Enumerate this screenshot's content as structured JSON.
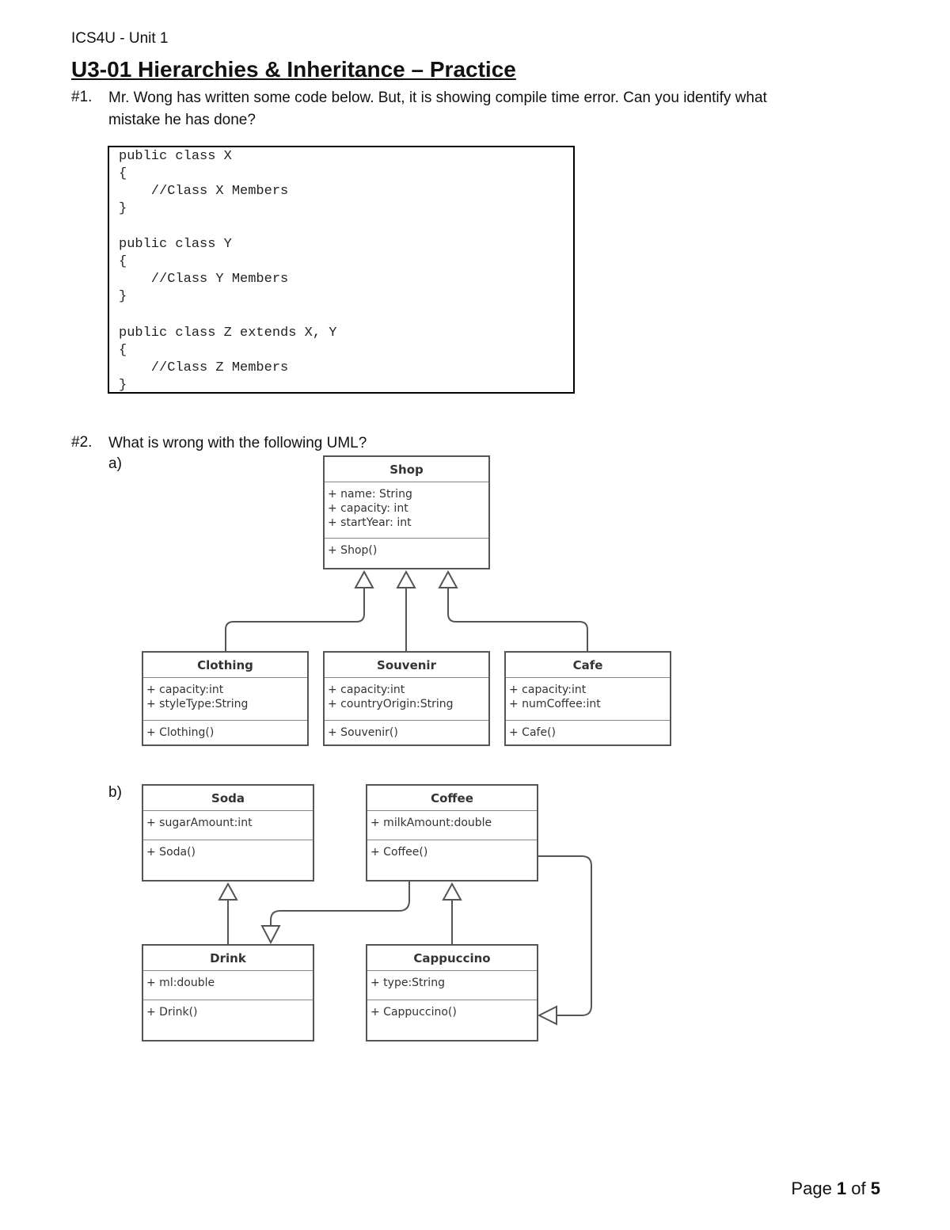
{
  "header": {
    "course": "ICS4U  - Unit 1"
  },
  "title": "U3-01 Hierarchies & Inheritance – Practice",
  "q1": {
    "number": "#1.",
    "text_line1": "Mr. Wong has written some code below. But, it is showing compile time error. Can you identify what",
    "text_line2": "mistake he has done?",
    "code": [
      "public class X",
      "{",
      "    //Class X Members",
      "}",
      "",
      "public class Y",
      "{",
      "    //Class Y Members",
      "}",
      "",
      "public class Z extends X, Y",
      "{",
      "    //Class Z Members",
      "}"
    ]
  },
  "q2": {
    "number": "#2.",
    "text": "What is wrong with the following UML?",
    "part_a_label": "a)",
    "part_b_label": "b)",
    "diagram_a": {
      "shop": {
        "name": "Shop",
        "attrs": [
          "+ name: String",
          "+ capacity: int",
          "+ startYear: int"
        ],
        "methods": [
          "+ Shop()"
        ]
      },
      "clothing": {
        "name": "Clothing",
        "attrs": [
          "+ capacity:int",
          "+ styleType:String"
        ],
        "methods": [
          "+ Clothing()"
        ]
      },
      "souvenir": {
        "name": "Souvenir",
        "attrs": [
          "+ capacity:int",
          "+ countryOrigin:String"
        ],
        "methods": [
          "+ Souvenir()"
        ]
      },
      "cafe": {
        "name": "Cafe",
        "attrs": [
          "+ capacity:int",
          "+ numCoffee:int"
        ],
        "methods": [
          "+ Cafe()"
        ]
      }
    },
    "diagram_b": {
      "soda": {
        "name": "Soda",
        "attrs": [
          "+ sugarAmount:int"
        ],
        "methods": [
          "+ Soda()"
        ]
      },
      "coffee": {
        "name": "Coffee",
        "attrs": [
          "+ milkAmount:double"
        ],
        "methods": [
          "+ Coffee()"
        ]
      },
      "drink": {
        "name": "Drink",
        "attrs": [
          "+ ml:double"
        ],
        "methods": [
          "+ Drink()"
        ]
      },
      "cappuccino": {
        "name": "Cappuccino",
        "attrs": [
          "+ type:String"
        ],
        "methods": [
          "+ Cappuccino()"
        ]
      }
    }
  },
  "footer": {
    "page_label": "Page ",
    "page_num": "1",
    "of_label": " of ",
    "page_total": "5"
  }
}
